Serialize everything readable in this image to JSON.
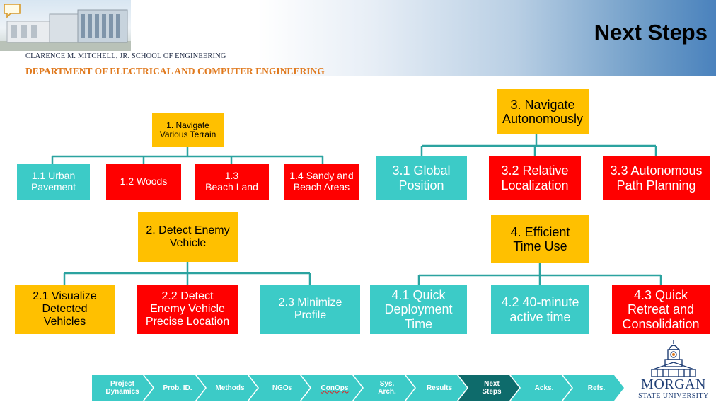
{
  "header": {
    "school": "CLARENCE M. MITCHELL, JR. SCHOOL OF ENGINEERING",
    "department": "DEPARTMENT OF ELECTRICAL AND COMPUTER ENGINEERING",
    "title": "Next Steps"
  },
  "colors": {
    "gold": "#ffc000",
    "teal": "#3ccbc7",
    "red": "#ff0000",
    "connector": "#2ba3a0",
    "nav_active": "#0e6b6b"
  },
  "tree1": {
    "root": "1. Navigate\nVarious Terrain",
    "children": [
      "1.1 Urban\nPavement",
      "1.2 Woods",
      "1.3\nBeach Land",
      "1.4 Sandy and\nBeach Areas"
    ]
  },
  "tree2": {
    "root": "2. Detect Enemy\nVehicle",
    "children": [
      "2.1 Visualize\nDetected\nVehicles",
      "2.2 Detect\nEnemy Vehicle\nPrecise Location",
      "2.3 Minimize\nProfile"
    ]
  },
  "tree3": {
    "root": "3. Navigate\nAutonomously",
    "children": [
      "3.1 Global\nPosition",
      "3.2 Relative\nLocalization",
      "3.3 Autonomous\nPath Planning"
    ]
  },
  "tree4": {
    "root": "4. Efficient\nTime Use",
    "children": [
      "4.1 Quick\nDeployment\nTime",
      "4.2 40-minute\nactive time",
      "4.3 Quick\nRetreat and\nConsolidation"
    ]
  },
  "nav": {
    "items": [
      "Project\nDynamics",
      "Prob. ID.",
      "Methods",
      "NGOs",
      "ConOps",
      "Sys.\nArch.",
      "Results",
      "Next\nSteps",
      "Acks.",
      "Refs."
    ]
  },
  "logo": {
    "line1": "MORGAN",
    "line2": "STATE UNIVERSITY"
  }
}
